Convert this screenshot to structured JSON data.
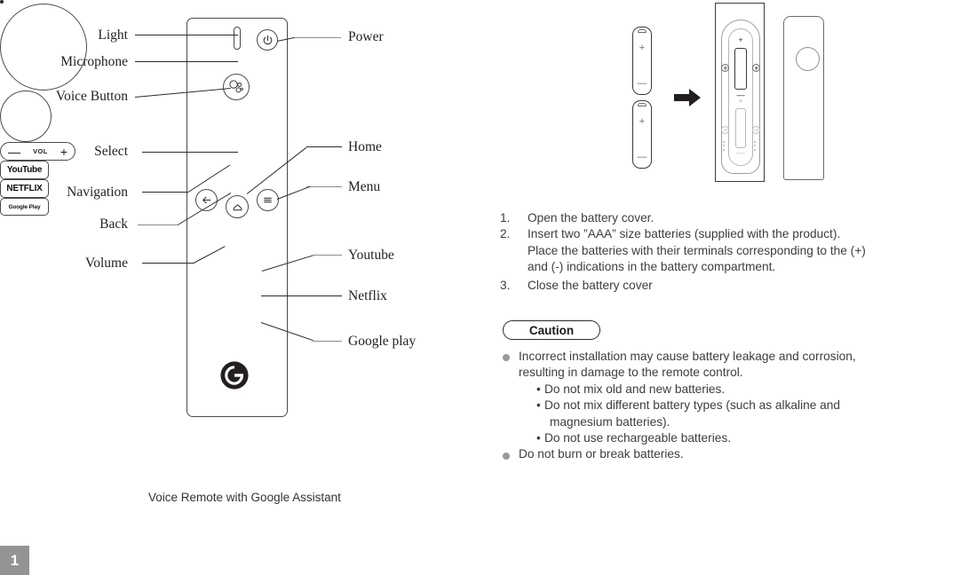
{
  "page": {
    "number": "1",
    "caption": "Voice Remote with Google Assistant"
  },
  "remote_diagram": {
    "labels_left": [
      {
        "name": "light",
        "text": "Light"
      },
      {
        "name": "microphone",
        "text": "Microphone"
      },
      {
        "name": "voice-button",
        "text": "Voice Button"
      },
      {
        "name": "select",
        "text": "Select"
      },
      {
        "name": "navigation",
        "text": "Navigation"
      },
      {
        "name": "back",
        "text": "Back"
      },
      {
        "name": "volume",
        "text": "Volume"
      }
    ],
    "labels_right": [
      {
        "name": "power",
        "text": "Power"
      },
      {
        "name": "home",
        "text": "Home"
      },
      {
        "name": "menu",
        "text": "Menu"
      },
      {
        "name": "youtube",
        "text": "Youtube"
      },
      {
        "name": "netflix",
        "text": "Netflix"
      },
      {
        "name": "google-play",
        "text": "Google play"
      }
    ],
    "buttons": {
      "volume_minus": "—",
      "volume_label": "VOL",
      "volume_plus": "+",
      "youtube_label": "YouTube",
      "netflix_label": "NETFLIX",
      "googleplay_label": "Google Play"
    }
  },
  "battery_figure": {
    "battery_plus": "+",
    "battery_minus": "—",
    "compartment_slot_top_plus": "+",
    "compartment_slot_top_minus": "—",
    "compartment_slot_bottom_plus": "+",
    "compartment_slot_bottom_minus": "—"
  },
  "instructions": [
    {
      "num": "1.",
      "lines": [
        "Open the battery cover."
      ]
    },
    {
      "num": "2.",
      "lines": [
        "Insert two ”AAA” size batteries (supplied with the product).",
        "Place the batteries with their terminals corresponding to the (+)",
        "and (-) indications in the battery compartment."
      ]
    },
    {
      "num": "3.",
      "lines": [
        "Close the battery cover"
      ]
    }
  ],
  "caution": {
    "badge_label": "Caution",
    "items": [
      {
        "text_lines": [
          "Incorrect installation may cause battery leakage and corrosion,",
          "resulting in damage to the remote control."
        ],
        "sub_items": [
          [
            "Do not mix old and new batteries."
          ],
          [
            "Do not mix different battery types (such as alkaline and",
            "magnesium batteries)."
          ],
          [
            "Do not use rechargeable batteries."
          ]
        ]
      },
      {
        "text_lines": [
          "Do not burn or break batteries."
        ],
        "sub_items": []
      }
    ],
    "sub_bullet_glyph": "•"
  },
  "colors": {
    "line": "#2b2b2b",
    "line_grey": "#8b8b8b",
    "page_badge_bg": "#939393",
    "text": "#3d3d3d"
  }
}
